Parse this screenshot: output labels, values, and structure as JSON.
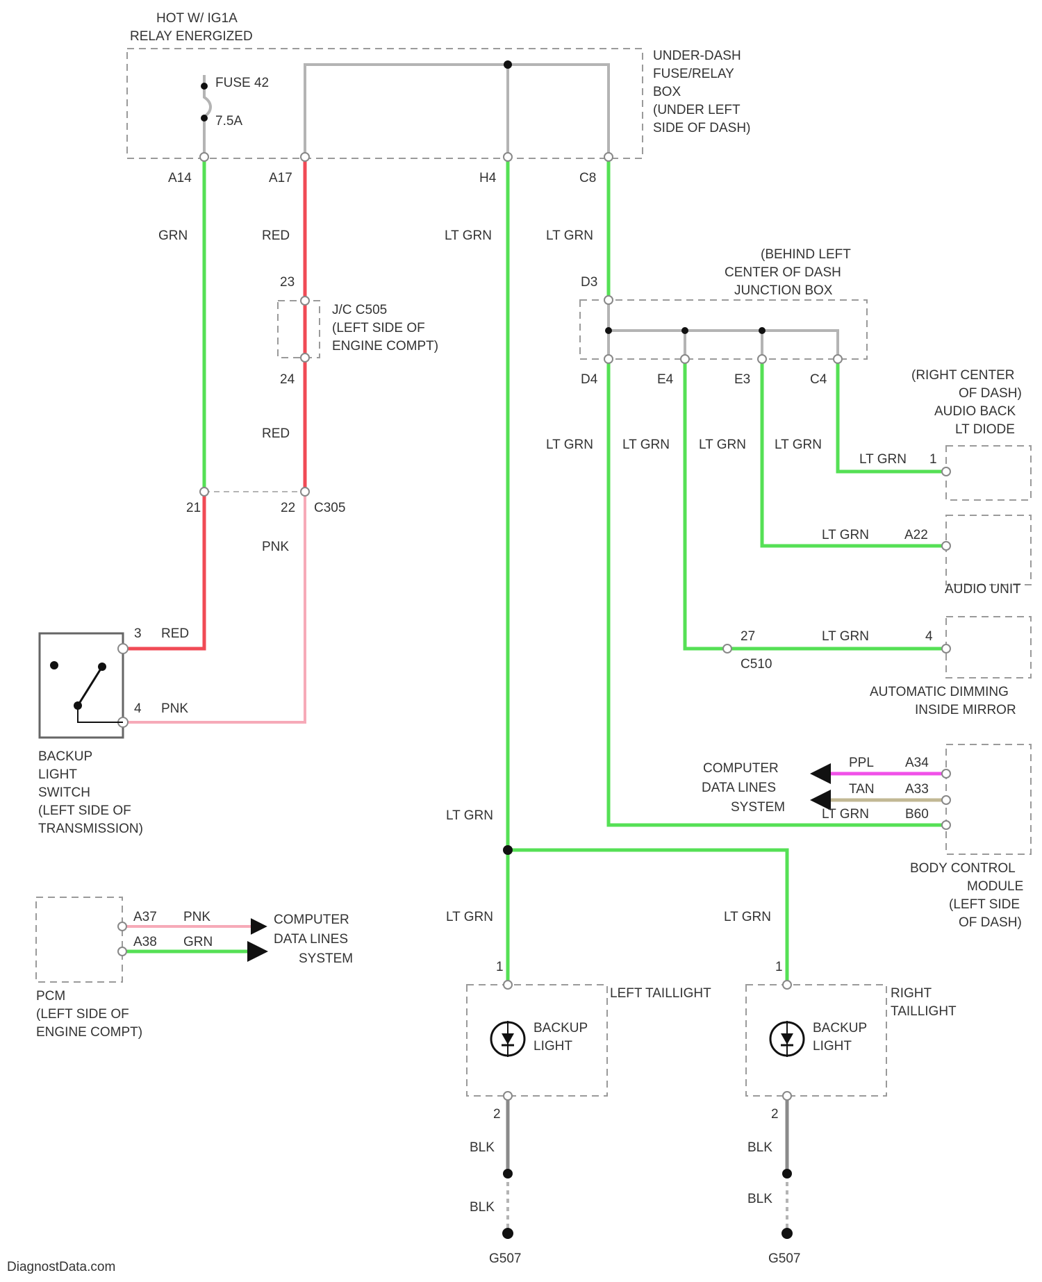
{
  "top_note": {
    "line1": "HOT W/ IG1A",
    "line2": "RELAY ENERGIZED"
  },
  "fuse": {
    "name": "FUSE 42",
    "rating": "7.5A"
  },
  "underdash_box": {
    "lines": [
      "UNDER-DASH",
      "FUSE/RELAY",
      "BOX",
      "(UNDER LEFT",
      "SIDE OF DASH)"
    ]
  },
  "underdash_terminals": [
    "A14",
    "A17",
    "H4",
    "C8"
  ],
  "junction_box": {
    "lines": [
      "(BEHIND LEFT",
      "CENTER OF DASH",
      "JUNCTION BOX"
    ],
    "input_terminal": "D3",
    "output_terminals": [
      "D4",
      "E4",
      "E3",
      "C4"
    ]
  },
  "jc_c505": {
    "lines": [
      "J/C C505",
      "(LEFT SIDE OF",
      "ENGINE COMPT)"
    ],
    "pin_top": "23",
    "pin_bottom": "24"
  },
  "connector_c305": {
    "name": "C305",
    "pin_left": "21",
    "pin_right": "22"
  },
  "wire_labels": {
    "grn": "GRN",
    "red": "RED",
    "pnk": "PNK",
    "lt_grn": "LT GRN",
    "blk": "BLK",
    "ppl": "PPL",
    "tan": "TAN"
  },
  "backup_switch": {
    "pin_top": "3",
    "pin_bottom": "4",
    "lines": [
      "BACKUP",
      "LIGHT",
      "SWITCH",
      "(LEFT SIDE OF",
      "TRANSMISSION)"
    ]
  },
  "audio_diode": {
    "pin": "1",
    "lines": [
      "(RIGHT CENTER",
      "OF DASH)",
      "AUDIO BACK",
      "LT DIODE"
    ]
  },
  "audio_unit": {
    "pin": "A22",
    "label": "AUDIO UNIT"
  },
  "mirror": {
    "connector": "C510",
    "connector_pin": "27",
    "pin": "4",
    "lines": [
      "AUTOMATIC DIMMING",
      "INSIDE MIRROR"
    ]
  },
  "bcm": {
    "pins": [
      "A34",
      "A33",
      "B60"
    ],
    "data_lines": [
      "COMPUTER",
      "DATA LINES",
      "SYSTEM"
    ],
    "lines": [
      "BODY CONTROL",
      "MODULE",
      "(LEFT SIDE",
      "OF DASH)"
    ]
  },
  "pcm": {
    "pins": [
      "A37",
      "A38"
    ],
    "data_lines": [
      "COMPUTER",
      "DATA LINES",
      "SYSTEM"
    ],
    "lines": [
      "PCM",
      "(LEFT SIDE OF",
      "ENGINE COMPT)"
    ]
  },
  "left_taillight": {
    "title": "LEFT TAILLIGHT",
    "lamp": [
      "BACKUP",
      "LIGHT"
    ],
    "pin_top": "1",
    "pin_bottom": "2",
    "ground": "G507"
  },
  "right_taillight": {
    "title_lines": [
      "RIGHT",
      "TAILLIGHT"
    ],
    "lamp": [
      "BACKUP",
      "LIGHT"
    ],
    "pin_top": "1",
    "pin_bottom": "2",
    "ground": "G507"
  },
  "watermark": "DiagnostData.com",
  "colors": {
    "grn": "#55e055",
    "red": "#f04a55",
    "pnk": "#f6aab8",
    "ppl": "#f050e8",
    "tan": "#c2b894",
    "blk": "#8a8a8a",
    "gry": "#b4b4b4"
  }
}
